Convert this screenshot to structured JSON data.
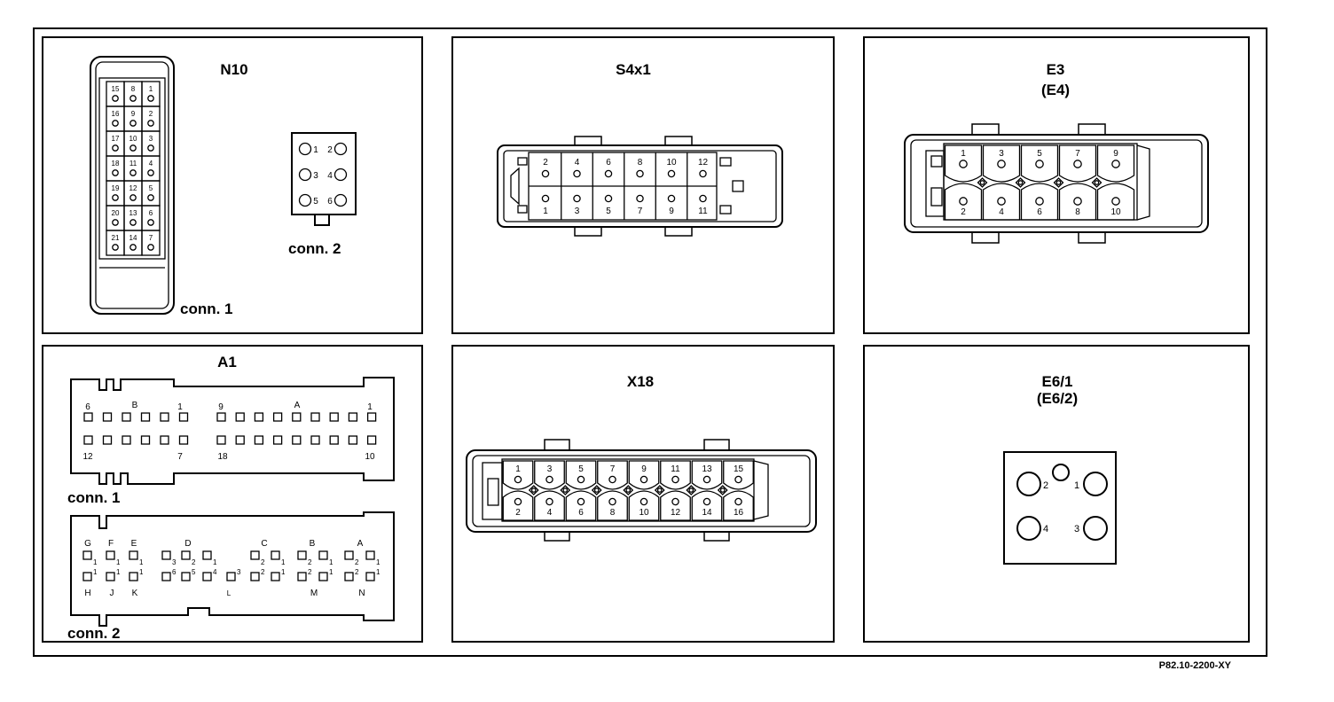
{
  "footer": {
    "reference": "P82.10-2200-XY"
  },
  "n10": {
    "title": "N10",
    "conn1_label": "conn. 1",
    "conn2_label": "conn. 2",
    "conn1_rows": [
      [
        "15",
        "8",
        "1"
      ],
      [
        "16",
        "9",
        "2"
      ],
      [
        "17",
        "10",
        "3"
      ],
      [
        "18",
        "11",
        "4"
      ],
      [
        "19",
        "12",
        "5"
      ],
      [
        "20",
        "13",
        "6"
      ],
      [
        "21",
        "14",
        "7"
      ]
    ],
    "conn2_pins": {
      "left": [
        "1",
        "3",
        "5"
      ],
      "right": [
        "2",
        "4",
        "6"
      ]
    }
  },
  "s4x1": {
    "title": "S4x1",
    "top_pins": [
      "2",
      "4",
      "6",
      "8",
      "10",
      "12"
    ],
    "bottom_pins": [
      "1",
      "3",
      "5",
      "7",
      "9",
      "11"
    ]
  },
  "e3": {
    "title": "E3",
    "subtitle": "(E4)",
    "top_pins": [
      "1",
      "3",
      "5",
      "7",
      "9"
    ],
    "bottom_pins": [
      "2",
      "4",
      "6",
      "8",
      "10"
    ]
  },
  "a1": {
    "title": "A1",
    "conn1_label": "conn. 1",
    "conn2_label": "conn. 2",
    "conn1_top_labels": [
      {
        "key": "l6",
        "text": "6"
      },
      {
        "key": "lB",
        "text": "B"
      },
      {
        "key": "l1a",
        "text": "1"
      },
      {
        "key": "l9",
        "text": "9"
      },
      {
        "key": "lA",
        "text": "A"
      },
      {
        "key": "l1b",
        "text": "1"
      }
    ],
    "conn1_bottom_labels": [
      {
        "key": "l12",
        "text": "12"
      },
      {
        "key": "l7",
        "text": "7"
      },
      {
        "key": "l18",
        "text": "18"
      },
      {
        "key": "l10",
        "text": "10"
      }
    ],
    "conn2_top_labels": [
      "G",
      "F",
      "E",
      "D",
      "C",
      "B",
      "A"
    ],
    "conn2_bottom_labels": [
      "H",
      "J",
      "K",
      "L",
      "M",
      "N"
    ],
    "conn2_subscripts": [
      "1",
      "3",
      "2",
      "2"
    ],
    "conn2_superscripts": [
      "1",
      "6",
      "5",
      "4",
      "3",
      "2"
    ]
  },
  "x18": {
    "title": "X18",
    "top_pins": [
      "1",
      "3",
      "5",
      "7",
      "9",
      "11",
      "13",
      "15"
    ],
    "bottom_pins": [
      "2",
      "4",
      "6",
      "8",
      "10",
      "12",
      "14",
      "16"
    ]
  },
  "e6": {
    "title": "E6/1",
    "subtitle": "(E6/2)",
    "pins": [
      "1",
      "2",
      "3",
      "4"
    ]
  }
}
